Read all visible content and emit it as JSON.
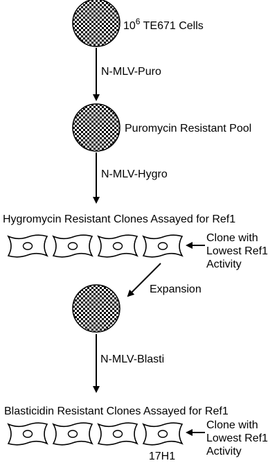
{
  "colors": {
    "ink": "#000000",
    "background": "#ffffff"
  },
  "nodes": {
    "start": {
      "exponent": "6",
      "base": "10",
      "rest": " TE671 Cells"
    },
    "pool": {
      "label": "Puromycin Resistant Pool"
    }
  },
  "steps": {
    "puro": "N-MLV-Puro",
    "hygro": "N-MLV-Hygro",
    "expansion": "Expansion",
    "blasti": "N-MLV-Blasti"
  },
  "rows": {
    "hygro_title": "Hygromycin Resistant Clones Assayed for Ref1",
    "blasti_title": "Blasticidin Resistant Clones Assayed for Ref1"
  },
  "callouts": {
    "first": [
      "Clone with",
      "Lowest Ref1",
      "Activity"
    ],
    "second": [
      "Clone with",
      "Lowest Ref1",
      "Activity"
    ]
  },
  "clone_label": "17H1"
}
